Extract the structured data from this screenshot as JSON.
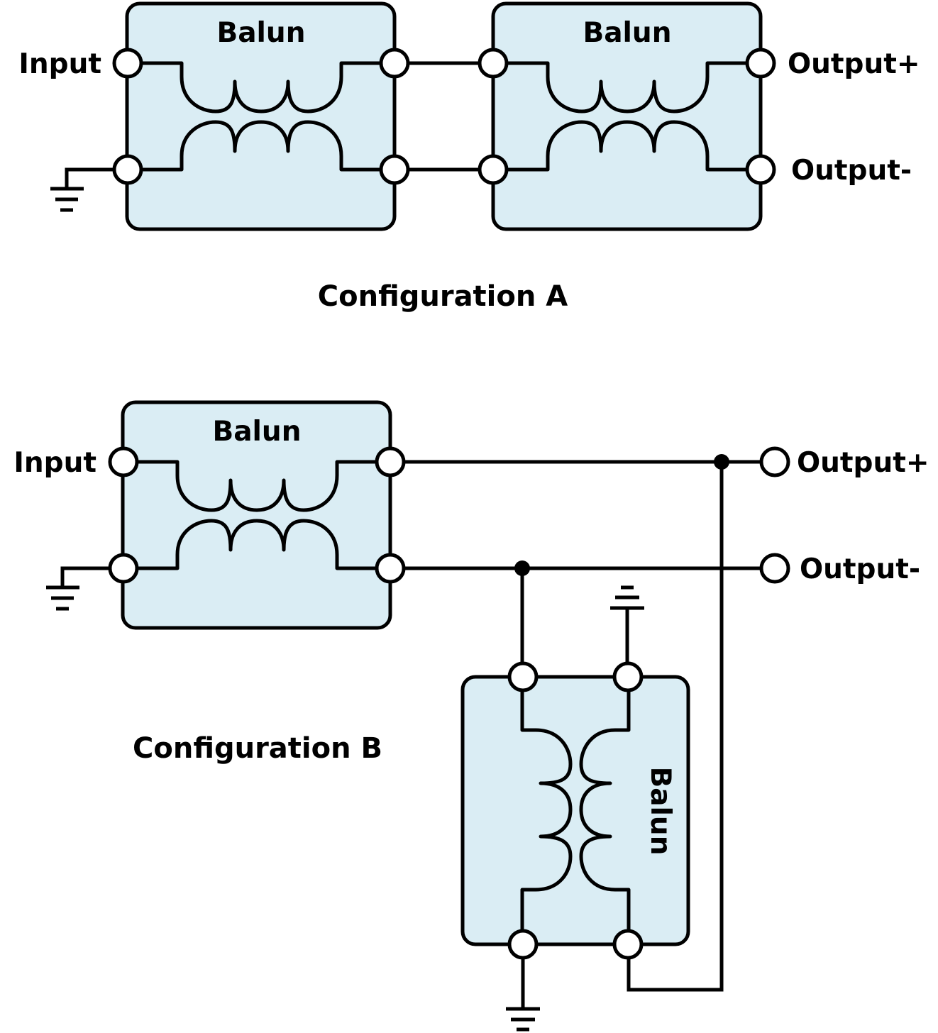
{
  "colors": {
    "box_fill": "#daedf4",
    "stroke": "#000000",
    "terminal_fill": "#ffffff"
  },
  "config_a": {
    "caption": "Configuration A",
    "balun1_title": "Balun",
    "balun2_title": "Balun",
    "input_label": "Input",
    "output_plus_label": "Output+",
    "output_minus_label": "Output-"
  },
  "config_b": {
    "caption": "Configuration B",
    "balun1_title": "Balun",
    "balun2_title": "Balun",
    "input_label": "Input",
    "output_plus_label": "Output+",
    "output_minus_label": "Output-"
  },
  "icons": [
    "ground-icon",
    "junction-dot",
    "terminal-circle",
    "transformer-coil"
  ]
}
